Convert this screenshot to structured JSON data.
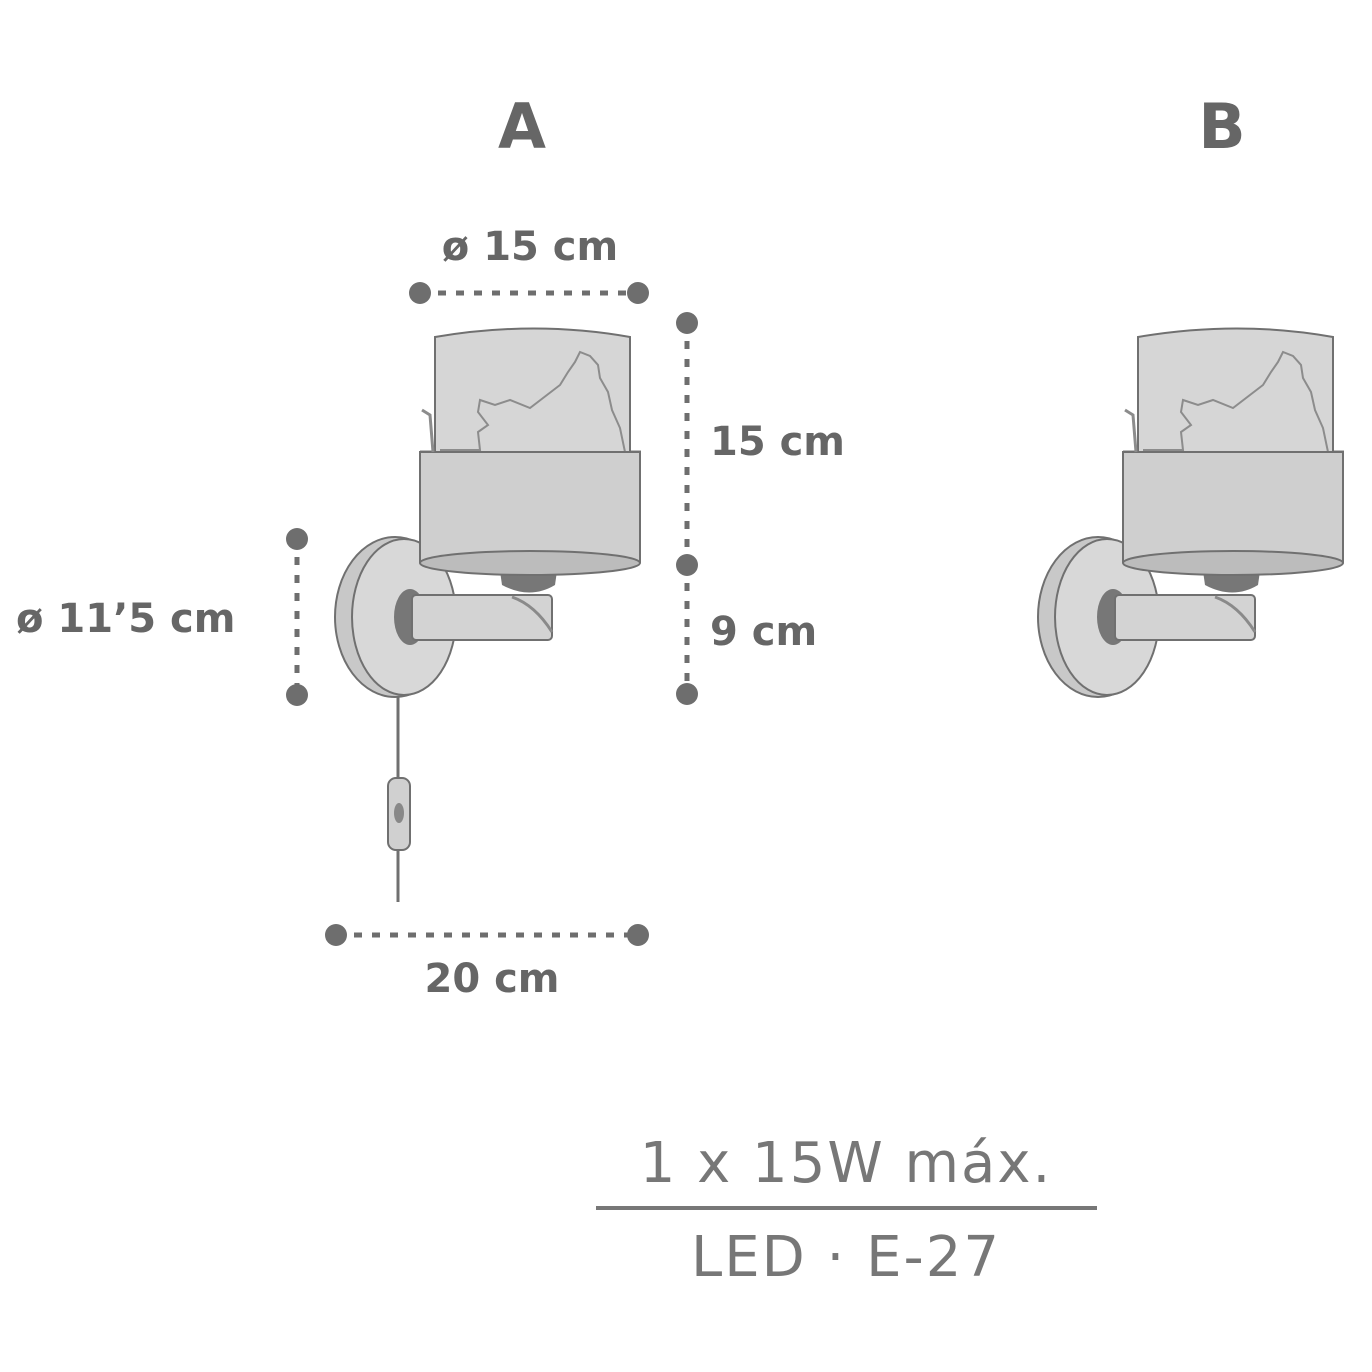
{
  "variants": {
    "a_label": "A",
    "b_label": "B"
  },
  "dimensions": {
    "shade_diameter": "ø 15 cm",
    "shade_height": "15 cm",
    "arm_height": "9 cm",
    "base_diameter": "ø 11’5 cm",
    "depth": "20 cm"
  },
  "specs": {
    "power": "1 x 15W máx.",
    "bulb": "LED · E-27"
  },
  "colors": {
    "line": "#6e6e6e",
    "text": "#666666",
    "fill_light": "#d6d6d6",
    "fill_mid": "#c4c4c4",
    "fill_dark": "#777777"
  }
}
